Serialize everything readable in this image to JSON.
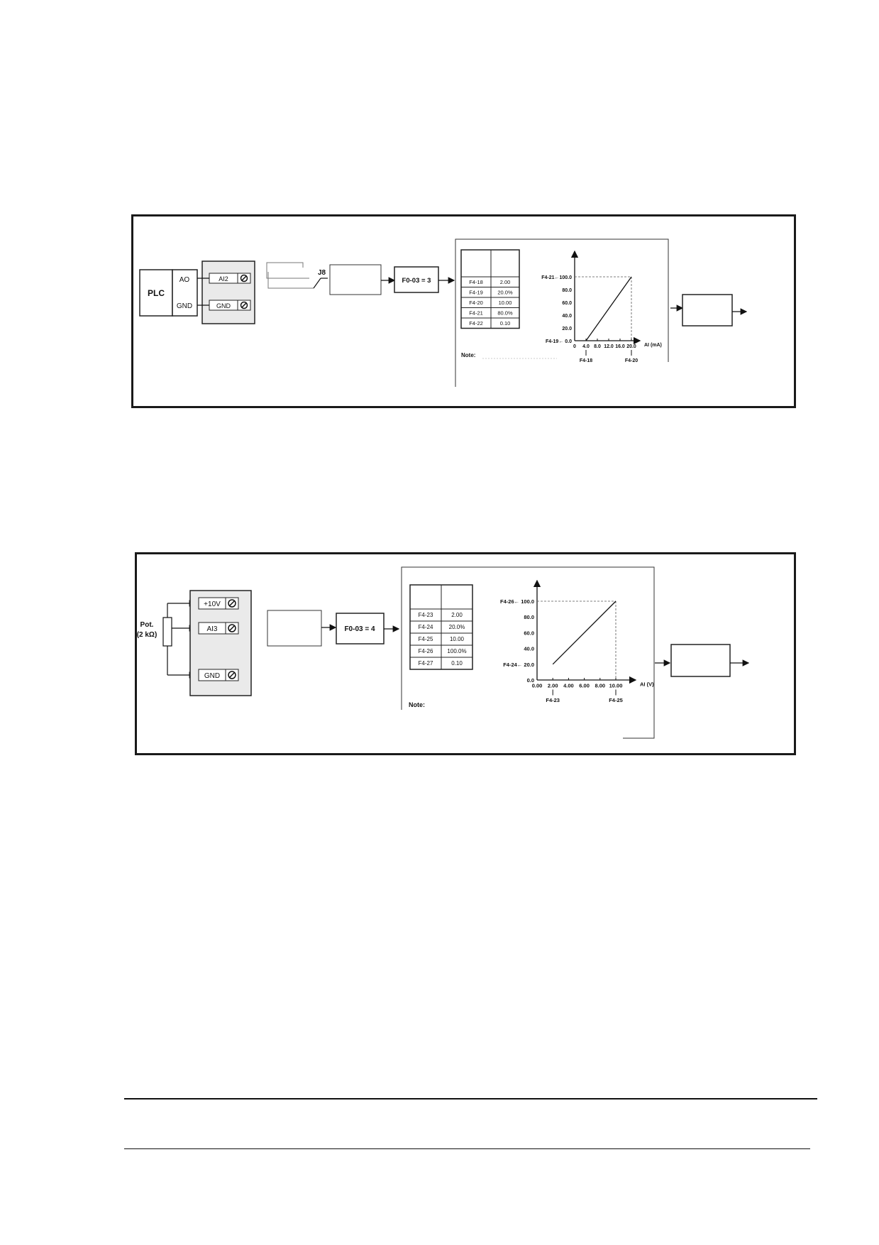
{
  "diagram1": {
    "plc_label": "PLC",
    "ao_label": "AO",
    "gnd_label": "GND",
    "terminal_ai2": "AI2",
    "terminal_gnd": "GND",
    "jumper_label": "J8",
    "selector_label": "F0-03 = 3",
    "table": {
      "rows": [
        {
          "param": "F4-18",
          "value": "2.00"
        },
        {
          "param": "F4-19",
          "value": "20.0%"
        },
        {
          "param": "F4-20",
          "value": "10.00"
        },
        {
          "param": "F4-21",
          "value": "80.0%"
        },
        {
          "param": "F4-22",
          "value": "0.10"
        }
      ]
    },
    "graph": {
      "y_max_label": "F4-21←100.0",
      "y_ticks": [
        "80.0",
        "60.0",
        "40.0",
        "20.0"
      ],
      "y_min_label": "F4-19← 0.0",
      "x_ticks": [
        "0",
        "4.0",
        "8.0",
        "12.0",
        "16.0",
        "20.0"
      ],
      "x_axis_label": "AI (mA)",
      "x_marker_left": "F4-18",
      "x_marker_right": "F4-20"
    },
    "note_label": "Note:"
  },
  "diagram2": {
    "pot_label": "Pot.",
    "pot_value": "(2 kΩ)",
    "terminal_10v": "+10V",
    "terminal_ai3": "AI3",
    "terminal_gnd": "GND",
    "selector_label": "F0-03  = 4",
    "table": {
      "rows": [
        {
          "param": "F4-23",
          "value": "2.00"
        },
        {
          "param": "F4-24",
          "value": "20.0%"
        },
        {
          "param": "F4-25",
          "value": "10.00"
        },
        {
          "param": "F4-26",
          "value": "100.0%"
        },
        {
          "param": "F4-27",
          "value": "0.10"
        }
      ]
    },
    "graph": {
      "y_max_label": "F4-26← 100.0",
      "y_ticks": [
        "80.0",
        "60.0",
        "40.0"
      ],
      "y_min_label": "F4-24← 20.0",
      "y_zero": "0.0",
      "x_ticks": [
        "0.00",
        "2.00",
        "4.00",
        "6.00",
        "8.00",
        "10.00"
      ],
      "x_axis_label": "AI (V)",
      "x_marker_left": "F4-23",
      "x_marker_right": "F4-25"
    },
    "note_label": "Note:"
  }
}
